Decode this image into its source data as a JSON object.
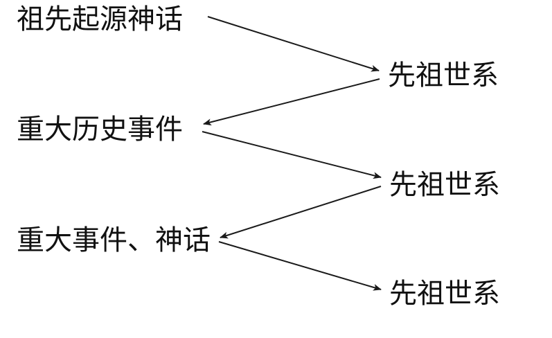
{
  "nodes": {
    "left_1": "祖先起源神话",
    "right_1": "先祖世系",
    "left_2": "重大历史事件",
    "right_2": "先祖世系",
    "left_3": "重大事件、神话",
    "right_3": "先祖世系"
  },
  "colors": {
    "text": "#111111",
    "arrow": "#1a1a1a"
  }
}
